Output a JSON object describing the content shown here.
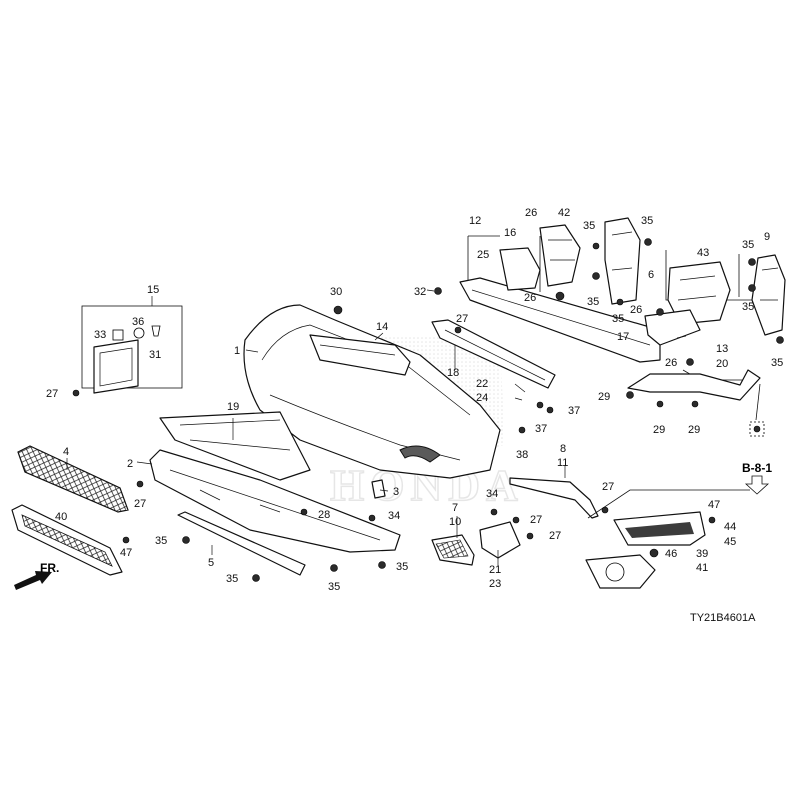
{
  "diagram": {
    "drawing_code": "TY21B4601A",
    "section_ref": "B-8-1",
    "front_marker": "FR.",
    "watermark": "HONDA",
    "labels": [
      "1",
      "2",
      "3",
      "4",
      "5",
      "6",
      "7",
      "8",
      "9",
      "10",
      "11",
      "12",
      "13",
      "14",
      "15",
      "16",
      "17",
      "18",
      "19",
      "20",
      "21",
      "22",
      "23",
      "24",
      "25",
      "26",
      "27",
      "28",
      "29",
      "30",
      "31",
      "32",
      "33",
      "34",
      "35",
      "36",
      "37",
      "38",
      "39",
      "40",
      "41",
      "42",
      "43",
      "44",
      "45",
      "46",
      "47"
    ]
  }
}
